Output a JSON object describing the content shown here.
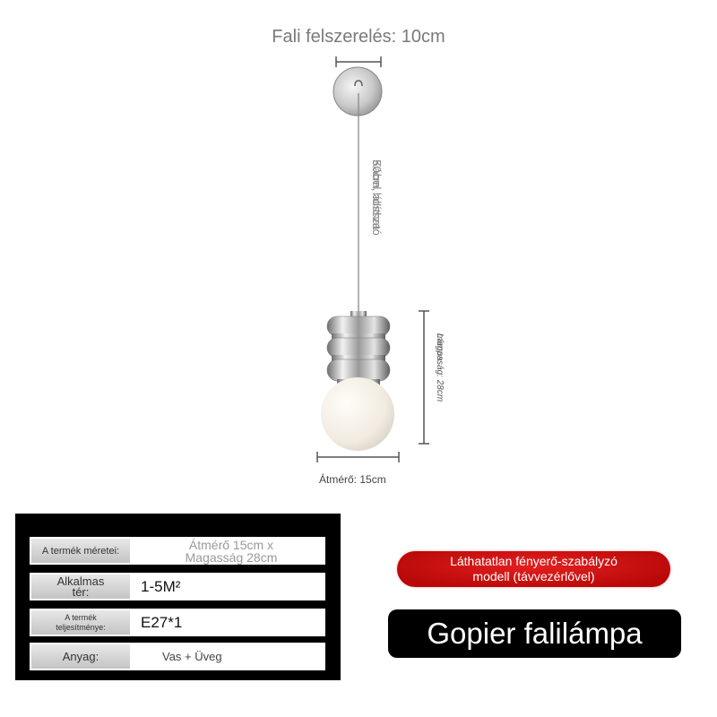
{
  "dimensions": {
    "wall_mount": "Fali felszerelés: 10cm",
    "cable_line1": "Kábel hossza:",
    "cable_line2": "50cm, állítható",
    "lamp_height_line1": "Lámpa",
    "lamp_height_line2": "magasság: 28cm",
    "diameter": "Átmérő: 15cm"
  },
  "specs": {
    "size_label": "A termék méretei:",
    "size_value_line1": "Átmérő 15cm x",
    "size_value_line2": "Magasság 28cm",
    "space_label_line1": "Alkalmas",
    "space_label_line2": "tér:",
    "space_value": "1-5M²",
    "power_label_line1": "A termék",
    "power_label_line2": "teljesítménye:",
    "power_value": "E27*1",
    "material_label": "Anyag:",
    "material_value": "Vas + Üveg"
  },
  "badges": {
    "dimmer_line1": "Láthatatlan fényerő-szabályzó",
    "dimmer_line2": "modell (távvezérlővel)",
    "product_title": "Gopier falilámpa"
  },
  "colors": {
    "badge_red": "#d01010",
    "panel_black": "#000000",
    "chrome": "#c0c0c0",
    "glass": "#f4efe6"
  }
}
